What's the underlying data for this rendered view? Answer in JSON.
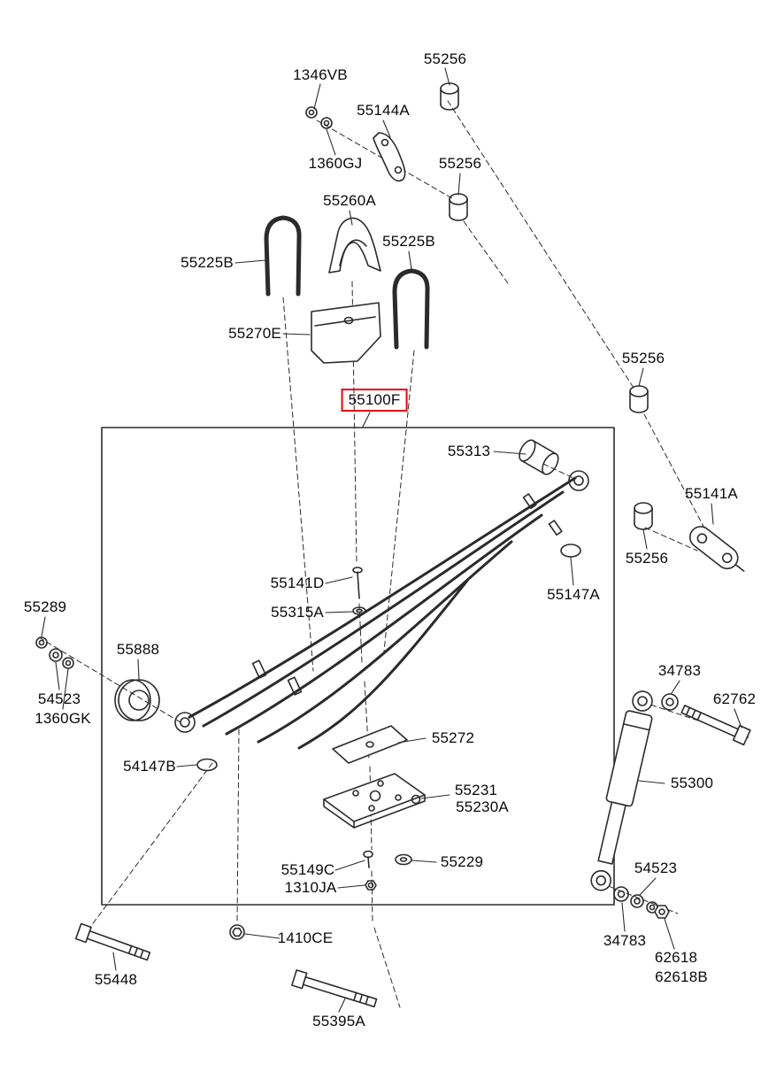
{
  "diagram": {
    "type": "exploded-parts-diagram",
    "subject": "rear leaf spring and shock absorber assembly",
    "selected_part": "55100F",
    "highlight_color": "#e8000d",
    "line_color": "#2b2b2b",
    "background_color": "#ffffff"
  },
  "parts": [
    {
      "label": "1346VB"
    },
    {
      "label": "55256"
    },
    {
      "label": "55144A"
    },
    {
      "label": "1360GJ"
    },
    {
      "label": "55256"
    },
    {
      "label": "55260A"
    },
    {
      "label": "55225B"
    },
    {
      "label": "55225B"
    },
    {
      "label": "55270E"
    },
    {
      "label": "55100F"
    },
    {
      "label": "55313"
    },
    {
      "label": "55256"
    },
    {
      "label": "55141A"
    },
    {
      "label": "55256"
    },
    {
      "label": "55141D"
    },
    {
      "label": "55147A"
    },
    {
      "label": "55315A"
    },
    {
      "label": "55289"
    },
    {
      "label": "55888"
    },
    {
      "label": "54523"
    },
    {
      "label": "1360GK"
    },
    {
      "label": "54147B"
    },
    {
      "label": "55272"
    },
    {
      "label": "34783"
    },
    {
      "label": "62762"
    },
    {
      "label": "55300"
    },
    {
      "label": "55231"
    },
    {
      "label": "55230A"
    },
    {
      "label": "55149C"
    },
    {
      "label": "1310JA"
    },
    {
      "label": "55229"
    },
    {
      "label": "54523"
    },
    {
      "label": "34783"
    },
    {
      "label": "62618"
    },
    {
      "label": "62618B"
    },
    {
      "label": "1410CE"
    },
    {
      "label": "55448"
    },
    {
      "label": "55395A"
    }
  ]
}
